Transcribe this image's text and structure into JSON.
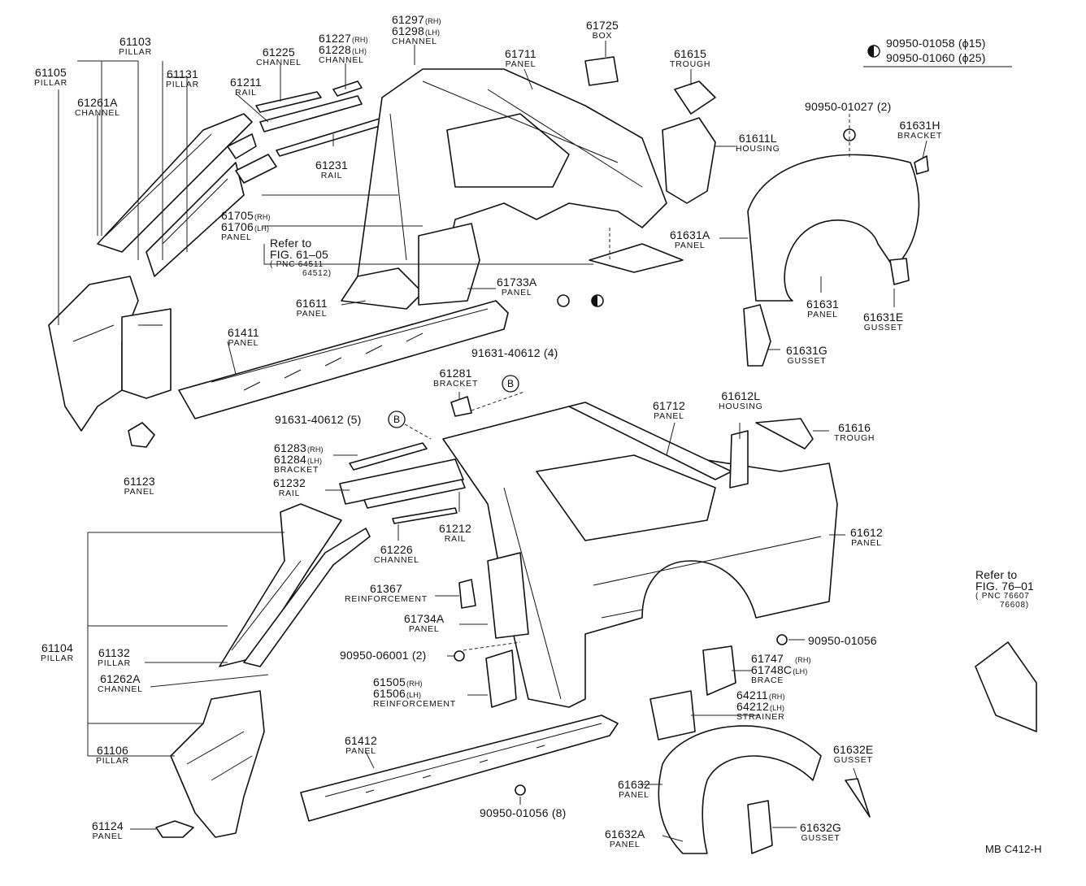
{
  "diagram": {
    "code": "MB C412-H",
    "legend": {
      "first": "90950-01058 (ϕ15)",
      "second": "90950-01060 (ϕ25)"
    },
    "refer_fig_61": {
      "line1": "Refer to",
      "line2": "FIG. 61–05",
      "line3": "( PNC 64511",
      "line4": "64512)"
    },
    "refer_fig_76": {
      "line1": "Refer to",
      "line2": "FIG. 76–01",
      "line3": "( PNC 76607",
      "line4": "76608)"
    },
    "parts": {
      "p61105": {
        "number": "61105",
        "name": "PILLAR"
      },
      "p61103": {
        "number": "61103",
        "name": "PILLAR"
      },
      "p61131": {
        "number": "61131",
        "name": "PILLAR"
      },
      "p61261a": {
        "number": "61261A",
        "name": "CHANNEL"
      },
      "p61225": {
        "number": "61225",
        "name": "CHANNEL"
      },
      "p61211": {
        "number": "61211",
        "name": "RAIL"
      },
      "p61227": {
        "number": "61227",
        "suffix": "(RH)"
      },
      "p61228": {
        "number": "61228",
        "suffix": "(LH)",
        "name": "CHANNEL"
      },
      "p61297": {
        "number": "61297",
        "suffix": "(RH)"
      },
      "p61298": {
        "number": "61298",
        "suffix": "(LH)",
        "name": "CHANNEL"
      },
      "p61711": {
        "number": "61711",
        "name": "PANEL"
      },
      "p61725": {
        "number": "61725",
        "name": "BOX"
      },
      "p61615": {
        "number": "61615",
        "name": "TROUGH"
      },
      "p90950_01027": {
        "number": "90950-01027 (2)"
      },
      "p61611l": {
        "number": "61611L",
        "name": "HOUSING"
      },
      "p61631h": {
        "number": "61631H",
        "name": "BRACKET"
      },
      "p61231": {
        "number": "61231",
        "name": "RAIL"
      },
      "p61705": {
        "number": "61705",
        "suffix": "(RH)"
      },
      "p61706": {
        "number": "61706",
        "suffix": "(LH)",
        "name": "PANEL"
      },
      "p61631a": {
        "number": "61631A",
        "name": "PANEL"
      },
      "p61733a": {
        "number": "61733A",
        "name": "PANEL"
      },
      "p61611": {
        "number": "61611",
        "name": "PANEL"
      },
      "p61631": {
        "number": "61631",
        "name": "PANEL"
      },
      "p61631e": {
        "number": "61631E",
        "name": "GUSSET"
      },
      "p61411": {
        "number": "61411",
        "name": "PANEL"
      },
      "p61631g": {
        "number": "61631G",
        "name": "GUSSET"
      },
      "p91631_4": {
        "number": "91631-40612 (4)"
      },
      "p61281": {
        "number": "61281",
        "name": "BRACKET"
      },
      "p61612l": {
        "number": "61612L",
        "name": "HOUSING"
      },
      "p61712": {
        "number": "61712",
        "name": "PANEL"
      },
      "p91631_5": {
        "number": "91631-40612 (5)"
      },
      "p61616": {
        "number": "61616",
        "name": "TROUGH"
      },
      "p61123": {
        "number": "61123",
        "name": "PANEL"
      },
      "p61283": {
        "number": "61283",
        "suffix": "(RH)"
      },
      "p61284": {
        "number": "61284",
        "suffix": "(LH)",
        "name": "BRACKET"
      },
      "p61232": {
        "number": "61232",
        "name": "RAIL"
      },
      "p61212": {
        "number": "61212",
        "name": "RAIL"
      },
      "p61226": {
        "number": "61226",
        "name": "CHANNEL"
      },
      "p61612": {
        "number": "61612",
        "name": "PANEL"
      },
      "p61367": {
        "number": "61367",
        "name": "REINFORCEMENT"
      },
      "p61734a": {
        "number": "61734A",
        "name": "PANEL"
      },
      "p61104": {
        "number": "61104",
        "name": "PILLAR"
      },
      "p61132": {
        "number": "61132",
        "name": "PILLAR"
      },
      "p90950_01056": {
        "number": "90950-01056"
      },
      "p90950_06001": {
        "number": "90950-06001 (2)"
      },
      "p61747": {
        "number": "61747",
        "suffix": "(RH)"
      },
      "p61748c": {
        "number": "61748C",
        "suffix": "(LH)",
        "name": "BRACE"
      },
      "p61262a": {
        "number": "61262A",
        "name": "CHANNEL"
      },
      "p61505": {
        "number": "61505",
        "suffix": "(RH)"
      },
      "p61506": {
        "number": "61506",
        "suffix": "(LH)",
        "name": "REINFORCEMENT"
      },
      "p64211": {
        "number": "64211",
        "suffix": "(RH)"
      },
      "p64212": {
        "number": "64212",
        "suffix": "(LH)",
        "name": "STRAINER"
      },
      "p61106": {
        "number": "61106",
        "name": "PILLAR"
      },
      "p61412": {
        "number": "61412",
        "name": "PANEL"
      },
      "p61632e": {
        "number": "61632E",
        "name": "GUSSET"
      },
      "p61632": {
        "number": "61632",
        "name": "PANEL"
      },
      "p90950_01056_8": {
        "number": "90950-01056 (8)"
      },
      "p61632a": {
        "number": "61632A",
        "name": "PANEL"
      },
      "p61632g": {
        "number": "61632G",
        "name": "GUSSET"
      },
      "p61124": {
        "number": "61124",
        "name": "PANEL"
      }
    },
    "bubbles": {
      "b1": "B",
      "b2": "B"
    }
  }
}
